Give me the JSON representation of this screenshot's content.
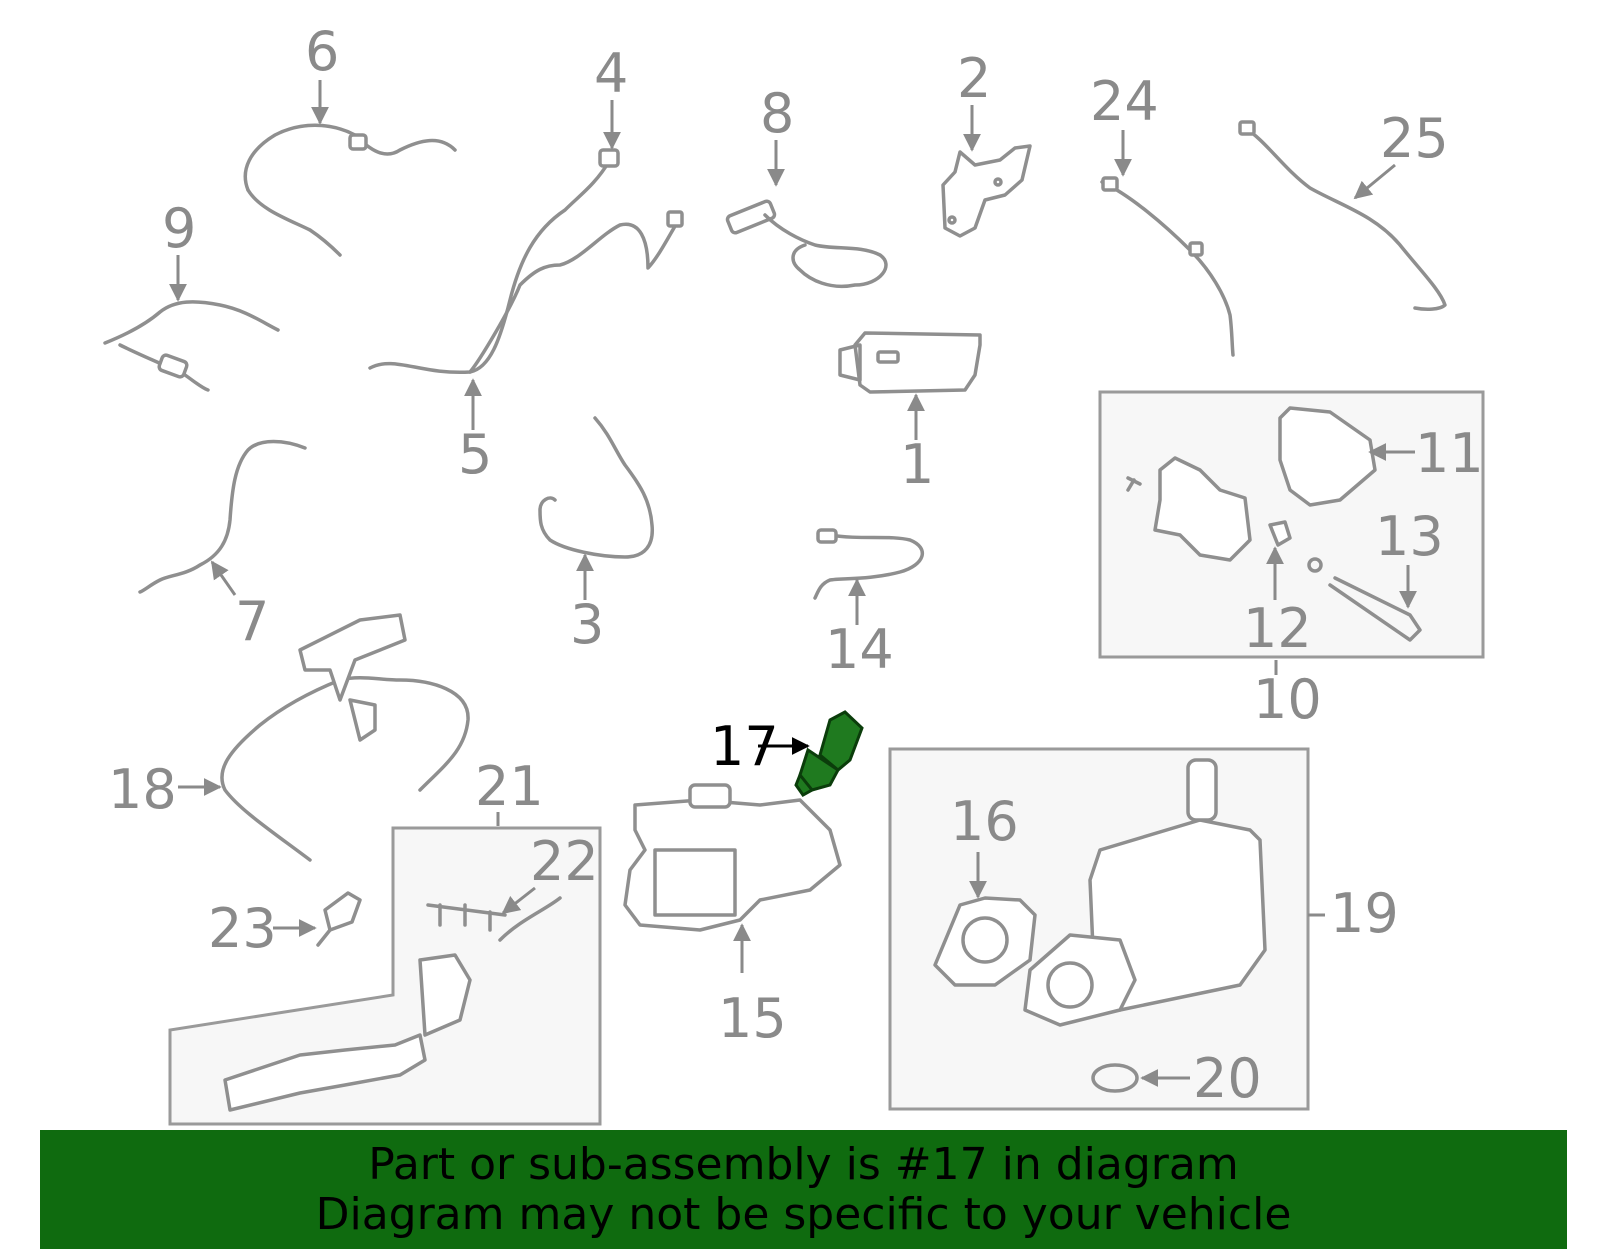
{
  "callouts": {
    "c1": "1",
    "c2": "2",
    "c3": "3",
    "c4": "4",
    "c5": "5",
    "c6": "6",
    "c7": "7",
    "c8": "8",
    "c9": "9",
    "c10": "10",
    "c11": "11",
    "c12": "12",
    "c13": "13",
    "c14": "14",
    "c15": "15",
    "c16": "16",
    "c17": "17",
    "c18": "18",
    "c19": "19",
    "c20": "20",
    "c21": "21",
    "c22": "22",
    "c23": "23",
    "c24": "24",
    "c25": "25"
  },
  "highlight": {
    "part_number": "17",
    "color": "#1f7a1f"
  },
  "banner": {
    "line1": "Part or sub-assembly is #17 in diagram",
    "line2": "Diagram may not be specific to your vehicle",
    "background": "#0f6b0f"
  }
}
